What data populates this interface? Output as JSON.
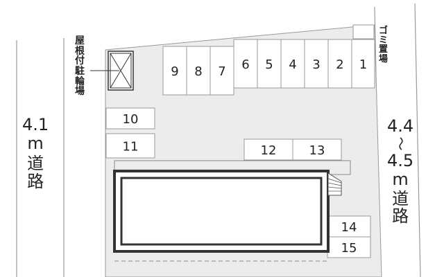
{
  "left_road": {
    "width": "4.1",
    "unit": "m",
    "label": "道路"
  },
  "right_road": {
    "width_from": "4.4",
    "separator": "～",
    "width_to": "4.5",
    "unit": "m",
    "label": "道路"
  },
  "bicycle_parking": {
    "label": "屋根付駐輪場",
    "icon": "roofed-bicycle-parking-x-icon"
  },
  "garbage_area": {
    "label": "ゴミ置場"
  },
  "parking_spaces": [
    "1",
    "2",
    "3",
    "4",
    "5",
    "6",
    "7",
    "8",
    "9",
    "10",
    "11",
    "12",
    "13",
    "14",
    "15"
  ],
  "colors": {
    "site": "#ececec",
    "building_outline": "#333333",
    "lines": "#888888"
  }
}
